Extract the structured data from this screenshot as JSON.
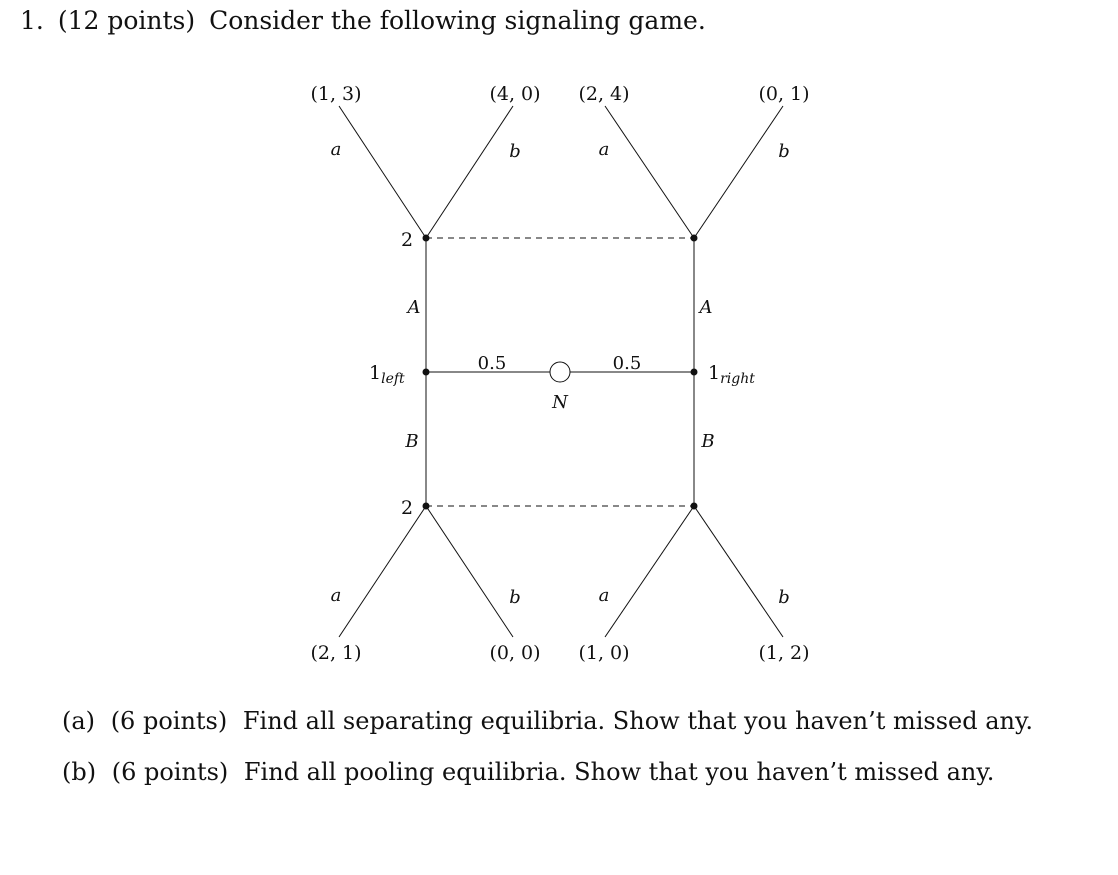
{
  "header": {
    "number": "1.",
    "points": "(12 points)",
    "text": "Consider the following signaling game."
  },
  "game": {
    "payoffs": {
      "top_left_a": "(1, 3)",
      "top_left_b": "(4, 0)",
      "top_right_a": "(2, 4)",
      "top_right_b": "(0, 1)",
      "bottom_left_a": "(2, 1)",
      "bottom_left_b": "(0, 0)",
      "bottom_right_a": "(1, 0)",
      "bottom_right_b": "(1, 2)"
    },
    "actions": {
      "receiver_a": "a",
      "receiver_b": "b",
      "sender_A": "A",
      "sender_B": "B"
    },
    "players": {
      "receiver": "2",
      "sender": "1",
      "sender_left_sub": "left",
      "sender_right_sub": "right",
      "nature": "N"
    },
    "probabilities": {
      "left": "0.5",
      "right": "0.5"
    }
  },
  "parts": [
    {
      "label": "(a)",
      "points": "(6 points)",
      "text": "Find all separating equilibria. Show that you haven’t missed any."
    },
    {
      "label": "(b)",
      "points": "(6 points)",
      "text": "Find all pooling equilibria. Show that you haven’t missed any."
    }
  ]
}
